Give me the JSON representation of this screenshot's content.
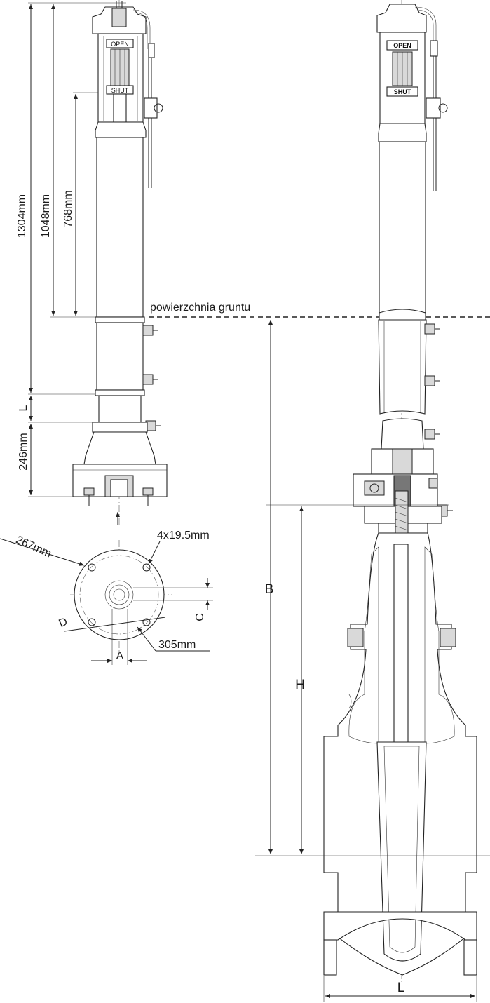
{
  "left_assembly": {
    "dimensions": {
      "total_height": "1304mm",
      "above_ground_mid": "1048mm",
      "above_ground_top": "768mm",
      "L": "L",
      "base_height": "246mm"
    },
    "plates": {
      "open": "OPEN",
      "shut": "SHUT"
    }
  },
  "flange_view": {
    "outer_diameter": "267mm",
    "bolt_holes": "4x19.5mm",
    "D": "D",
    "C": "C",
    "A": "A",
    "bolt_circle": "305mm"
  },
  "ground_label": "powierzchnia gruntu",
  "right_assembly": {
    "plates": {
      "open": "OPEN",
      "shut": "SHUT"
    },
    "B": "B",
    "H": "H",
    "L": "L"
  }
}
